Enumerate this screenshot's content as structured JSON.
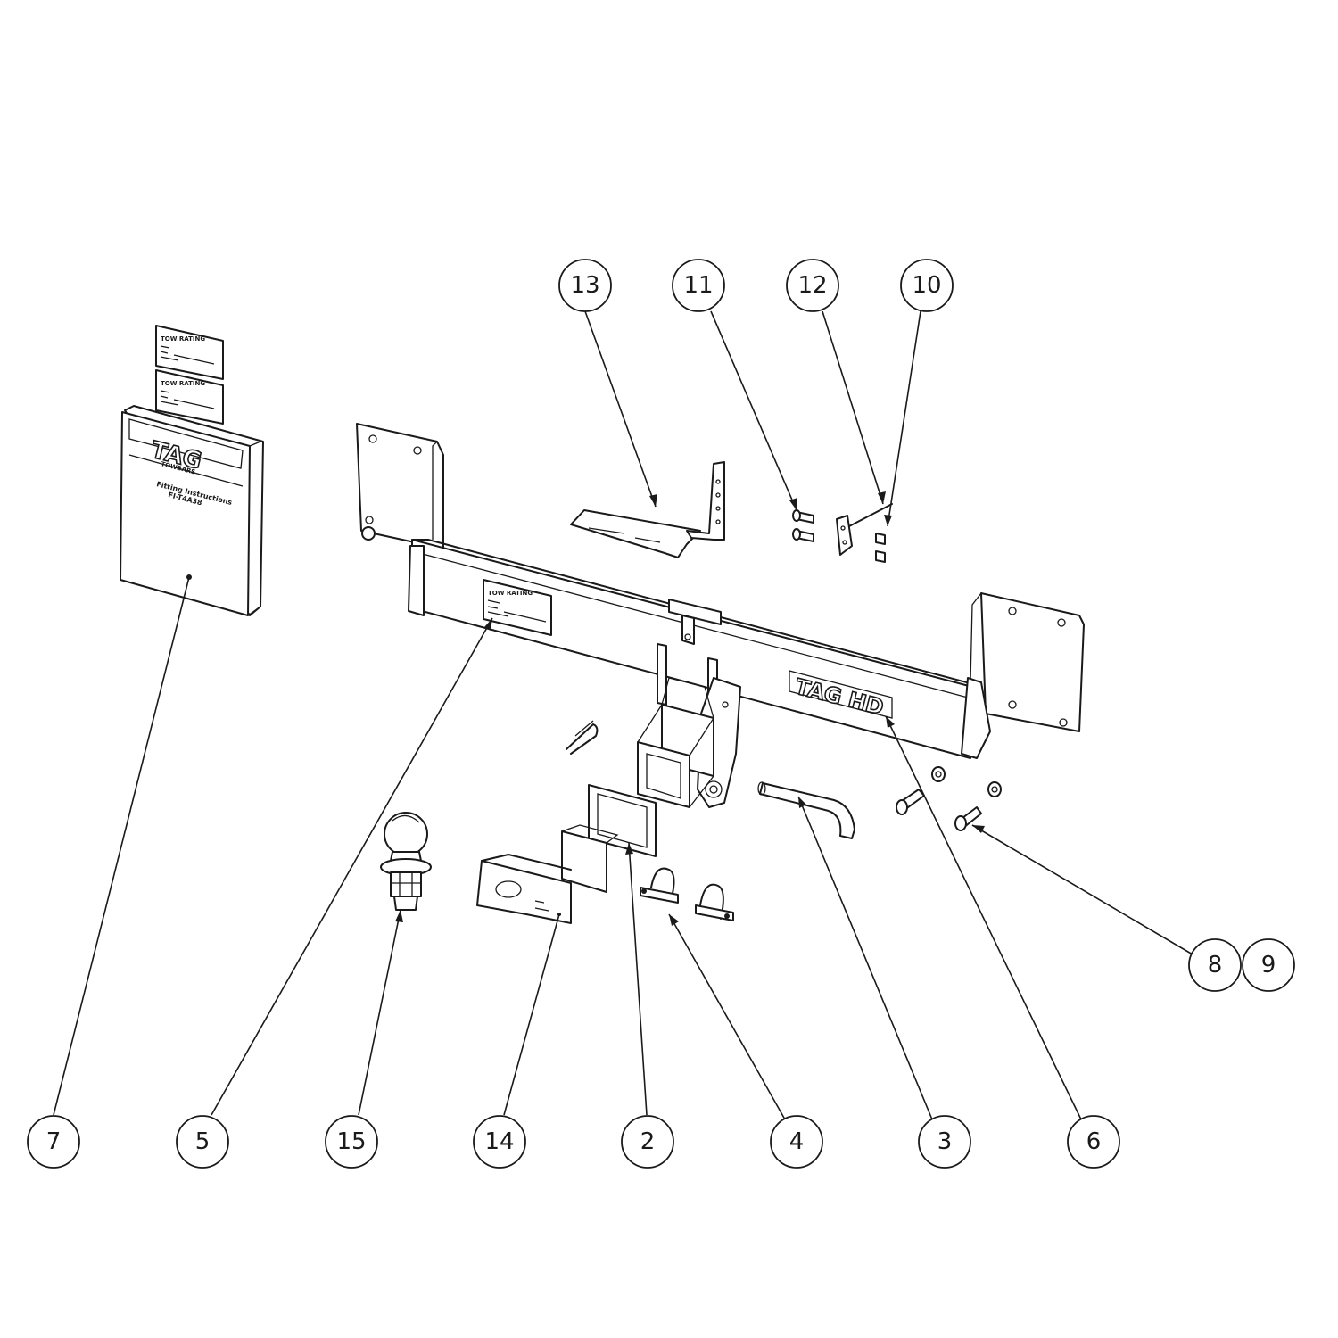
{
  "diagram": {
    "callouts": [
      "13",
      "11",
      "12",
      "10",
      "7",
      "5",
      "15",
      "14",
      "2",
      "4",
      "3",
      "6",
      "8",
      "9"
    ],
    "logo_main": "TAG HD",
    "logo_manual": "TAG",
    "logo_manual_sub": "TOWBARS",
    "manual_line1": "Fitting Instructions",
    "manual_line2": "FI-T4A38",
    "label_title": "TOW RATING"
  }
}
